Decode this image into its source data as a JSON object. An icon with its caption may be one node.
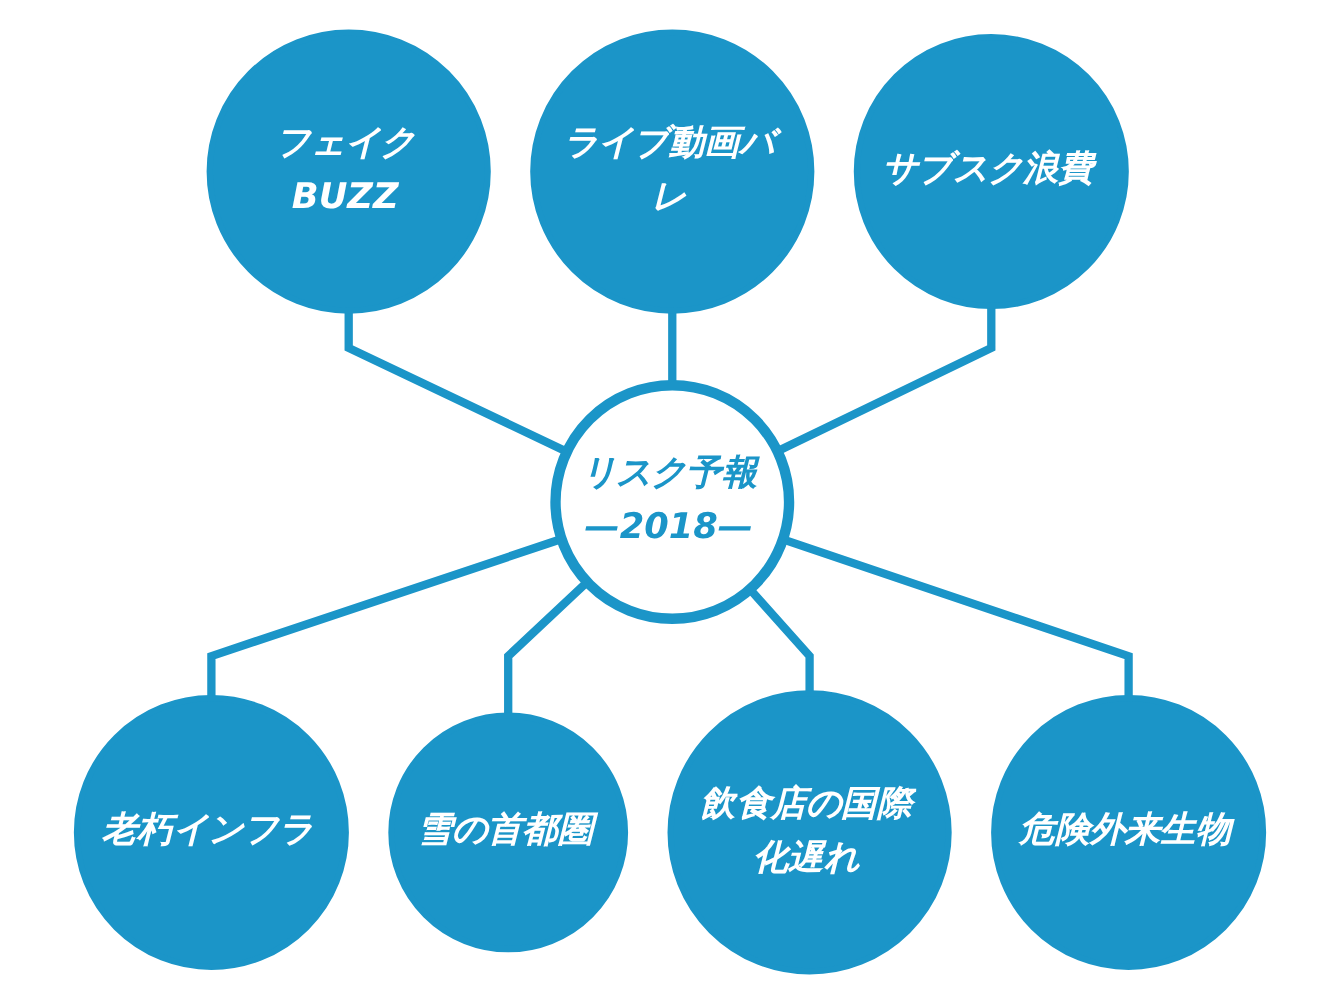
{
  "diagram": {
    "nodes": [
      {
        "text": [
          "リスク予報",
          "—2018—"
        ]
      },
      {
        "text": [
          "フェイクBUZZ"
        ]
      },
      {
        "text": [
          "ライブ動画バレ"
        ]
      },
      {
        "text": [
          "サブスク浪費"
        ]
      },
      {
        "text": [
          "危険外来生物"
        ]
      },
      {
        "text": [
          "飲食店の国際化遅れ"
        ]
      },
      {
        "text": [
          "雪の首都圏"
        ]
      },
      {
        "text": [
          "老朽インフラ"
        ]
      }
    ],
    "edges": [
      {
        "from": 1,
        "to": 0,
        "arrow": "none"
      },
      {
        "from": 2,
        "to": 0,
        "arrow": "none"
      },
      {
        "from": 3,
        "to": 0,
        "arrow": "none"
      },
      {
        "from": 0,
        "to": 7,
        "arrow": "none"
      },
      {
        "from": 0,
        "to": 6,
        "arrow": "none"
      },
      {
        "from": 0,
        "to": 5,
        "arrow": "none"
      },
      {
        "from": 0,
        "to": 4,
        "arrow": "none"
      }
    ]
  }
}
